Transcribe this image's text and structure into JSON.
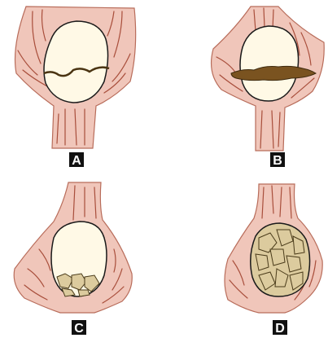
{
  "panels": [
    {
      "id": "A",
      "label": "A"
    },
    {
      "id": "B",
      "label": "B"
    },
    {
      "id": "C",
      "label": "C"
    },
    {
      "id": "D",
      "label": "D"
    }
  ],
  "colors": {
    "muscle_fill": "#f0c6ba",
    "fiber_stroke": "#a84e3b",
    "crystal_fill": "#fff9e6",
    "fracture_fill": "#7a5320",
    "fragment_fill": "#dccb9e",
    "label_bg": "#111111",
    "label_text": "#ffffff"
  }
}
